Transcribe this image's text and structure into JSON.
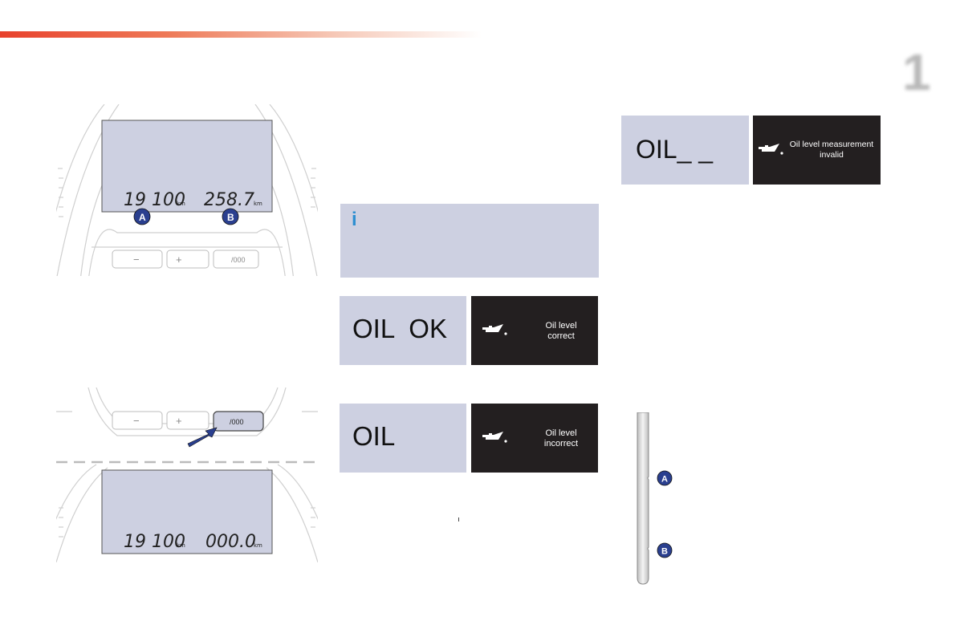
{
  "page": {
    "chapter_number": "1",
    "info_icon": "i"
  },
  "display_1": {
    "odometer": "19 100",
    "odometer_unit": "km",
    "trip": "258.7",
    "trip_unit": "km",
    "marker_a": "A",
    "marker_b": "B",
    "button_minus": "−",
    "button_plus": "+",
    "button_reset": "/000"
  },
  "display_2": {
    "odometer": "19 100",
    "odometer_unit": "km",
    "trip": "000.0",
    "trip_unit": "km",
    "button_minus": "−",
    "button_plus": "+",
    "button_reset": "/000"
  },
  "oil_ok": {
    "lcd": "OIL  OK",
    "message_line1": "Oil level",
    "message_line2": "correct",
    "icon": "oil-can-icon"
  },
  "oil_incorrect": {
    "lcd": "OIL",
    "message_line1": "Oil level",
    "message_line2": "incorrect",
    "icon": "oil-can-icon"
  },
  "oil_invalid": {
    "lcd": "OIL_ _",
    "message_line1": "Oil level measurement",
    "message_line2": "invalid",
    "icon": "oil-can-icon"
  },
  "dipstick": {
    "marker_a": "A",
    "marker_b": "B"
  },
  "colors": {
    "accent_red": "#e8412c",
    "lcd_bg": "#cdd0e1",
    "dark_panel": "#231f20",
    "marker_blue": "#2a3f8f"
  }
}
